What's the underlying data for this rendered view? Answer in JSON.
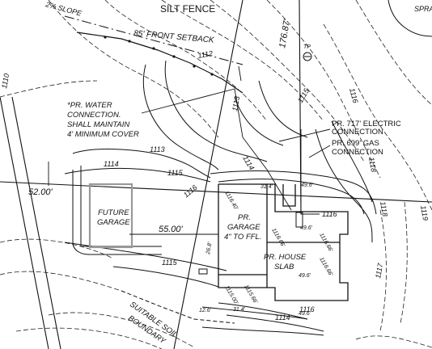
{
  "labels": {
    "silt_fence": "SILT FENCE",
    "front_setback": "85' FRONT SETBACK",
    "slope": "2% SLOPE",
    "sprayfield": "SPRA",
    "water_l1": "*PR. WATER",
    "water_l2": "CONNECTION.",
    "water_l3": "SHALL MAINTAIN",
    "water_l4": "4' MINIMUM COVER",
    "electric_l1": "PR. 717' ELECTRIC",
    "electric_l2": "CONNECTION",
    "gas_l1": "PR. 699' GAS",
    "gas_l2": "CONNECTION",
    "future_garage_l1": "FUTURE",
    "future_garage_l2": "GARAGE",
    "pr_garage_l1": "PR.",
    "pr_garage_l2": "GARAGE",
    "pr_garage_l3": "4\" TO FFL.",
    "house_slab_l1": "PR. HOUSE",
    "house_slab_l2": "SLAB",
    "soil_boundary_l1": "SUITABLE SOIL",
    "soil_boundary_l2": "BOUNDARY",
    "tp": "TP"
  },
  "dimensions": {
    "d_176_87": "176.87'",
    "d_52_00": "52.00'",
    "d_55_00": "55.00'",
    "d_31_4a": "31.4'",
    "d_31_4b": "31.4'",
    "d_49_6a": "49.6'",
    "d_49_6b": "49.6'",
    "d_49_6c": "49.6'",
    "d_49_6d": "49.6'",
    "d_26_8": "26.8'",
    "d_12_6": "12.6'",
    "d_116_66a": "1116.66'",
    "d_116_66b": "1116.66'",
    "d_116_66c": "1116.66'",
    "d_116_40": "1116.40'",
    "d_116_00": "1115.00'",
    "d_115_66": "1115.66'"
  },
  "contours": {
    "c1110": "1110",
    "c1112": "1112",
    "c1113a": "1113",
    "c1113b": "1113",
    "c1114a": "1114",
    "c1114b": "1114",
    "c1114c": "1114",
    "c1115a": "1115",
    "c1115b": "1115",
    "c1115c": "1115",
    "c1116a": "1116",
    "c1116b": "1116",
    "c1116c": "1116",
    "c1116d": "1116",
    "c1117": "1117",
    "c1118a": "1118",
    "c1118b": "1118",
    "c1119": "1119"
  }
}
